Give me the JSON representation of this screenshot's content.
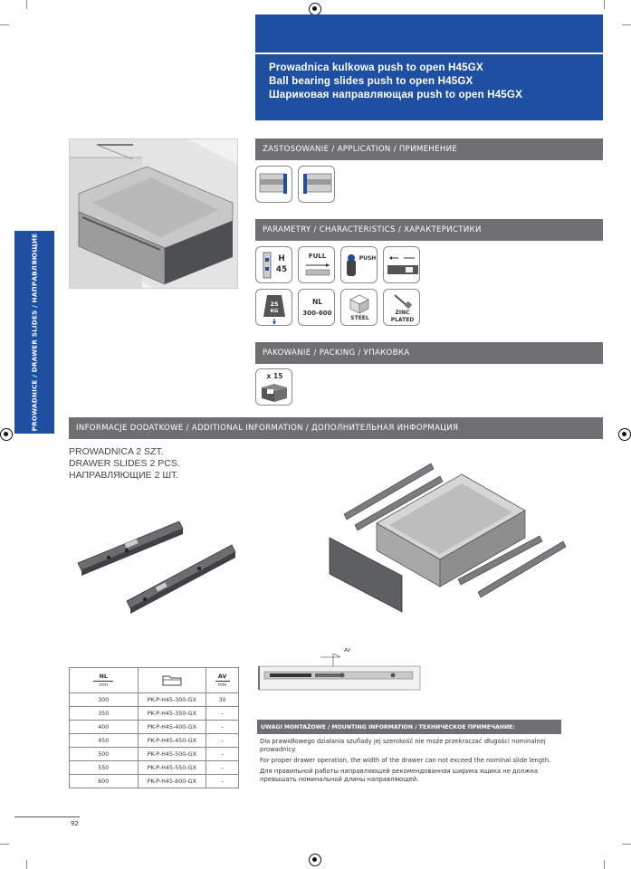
{
  "header": {
    "title_pl": "Prowadnica kulkowa push to open H45GX",
    "title_en": "Ball bearing slides push to open H45GX",
    "title_ru": "Шариковая направляющая push to open H45GX"
  },
  "side_tab": {
    "label": "PROWADNICE / DRAWER SLIDES / НАПРАВЛЯЮЩИЕ"
  },
  "sections": {
    "application": "ZASTOSOWANIE / APPLICATION / ПРИМЕНЕНИЕ",
    "characteristics": "PARAMETRY / CHARACTERISTICS / ХАРАКТЕРИСТИКИ",
    "packing": "PAKOWANIE / PACKING / УПАКОВКА",
    "additional": "INFORMACJE DODATKOWE / ADDITIONAL INFORMATION / ДОПОЛНИТЕЛЬНАЯ ИНФОРМАЦИЯ"
  },
  "characteristics_icons": {
    "height_letter": "H",
    "height_value": "45",
    "full": "FULL",
    "push": "PUSH",
    "load_value": "25",
    "load_unit": "KG",
    "nl_label": "NL",
    "nl_range": "300-600",
    "steel": "STEEL",
    "zinc": "ZINC",
    "plated": "PLATED"
  },
  "packing": {
    "quantity": "x 15"
  },
  "contents": {
    "line1": "PROWADNICA 2 SZT.",
    "line2": "DRAWER SLIDES 2 PCS.",
    "line3": "НАПРАВЛЯЮЩИЕ 2 ШТ."
  },
  "table": {
    "header_nl": "NL",
    "header_nl_unit": "mm",
    "header_av": "AV",
    "header_av_unit": "mm",
    "rows": [
      {
        "nl": "300",
        "code": "PK-P-H45-300-GX",
        "av": "30"
      },
      {
        "nl": "350",
        "code": "PK-P-H45-350-GX",
        "av": "–"
      },
      {
        "nl": "400",
        "code": "PK-P-H45-400-GX",
        "av": "–"
      },
      {
        "nl": "450",
        "code": "PK-P-H45-450-GX",
        "av": "–"
      },
      {
        "nl": "500",
        "code": "PK-P-H45-500-GX",
        "av": "–"
      },
      {
        "nl": "550",
        "code": "PK-P-H45-550-GX",
        "av": "–"
      },
      {
        "nl": "600",
        "code": "PK-P-H45-600-GX",
        "av": "–"
      }
    ]
  },
  "diagram": {
    "av_label": "AV"
  },
  "mounting": {
    "title": "UWAGI MONTAŻOWE / MOUNTING INFORMATION / ТЕХНИЧЕСКОЕ ПРИМЕЧАНИЕ:",
    "pl": "Dla prawidłowego działania szuflady jej szerokość nie może przekraczać długości nominalnej prowadnicy.",
    "en": "For proper drawer operation, the width of the drawer can not exceed the nominal slide length.",
    "ru": "Для правильной работы направляющей рекомендованная ширина ящика не должна превышать номинальной длины направляющей."
  },
  "page_number": "92",
  "colors": {
    "brand_blue": "#1f4fa0",
    "bar_gray": "#6f6f71"
  }
}
